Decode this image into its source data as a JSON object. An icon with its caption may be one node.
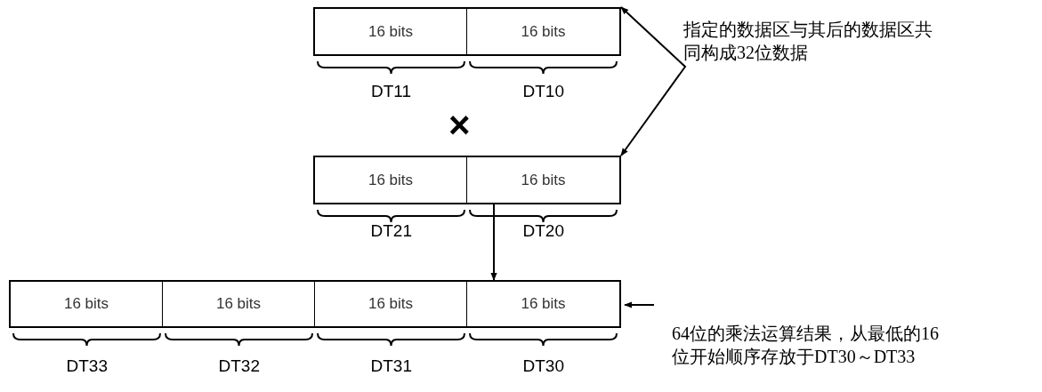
{
  "diagram": {
    "nodes": [
      {
        "text": [],
        "shape": "box"
      },
      {
        "text": [
          "16 bits"
        ],
        "beside": [
          "DT11"
        ],
        "in": 0
      },
      {
        "text": [
          "16 bits"
        ],
        "beside": [
          "DT10"
        ],
        "in": 0
      },
      {
        "text": [],
        "shape": "box"
      },
      {
        "text": [
          "16 bits"
        ],
        "beside": [
          "DT21"
        ],
        "in": 3
      },
      {
        "text": [
          "16 bits"
        ],
        "beside": [
          "DT20"
        ],
        "in": 3
      },
      {
        "text": [],
        "shape": "box"
      },
      {
        "text": [
          "16 bits"
        ],
        "beside": [
          "DT33"
        ],
        "in": 6
      },
      {
        "text": [
          "16 bits"
        ],
        "beside": [
          "DT32"
        ],
        "in": 6
      },
      {
        "text": [
          "16 bits"
        ],
        "beside": [
          "DT31"
        ],
        "in": 6
      },
      {
        "text": [
          "16 bits"
        ],
        "beside": [
          "DT30"
        ],
        "in": 6
      },
      {
        "text": [
          "64位的乘法运算结果，从最低的16位开始顺序存放于DT30～DT33"
        ]
      }
    ],
    "edges": [
      {
        "from": 0,
        "to": 3,
        "arrow": "both"
      },
      {
        "from": 3,
        "to": 6,
        "arrow": "to"
      },
      {
        "from": 11,
        "to": 6,
        "arrow": "to"
      }
    ],
    "labels": [
      "指定的数据区与其后的数据区共同构成32位数据",
      "×"
    ]
  }
}
